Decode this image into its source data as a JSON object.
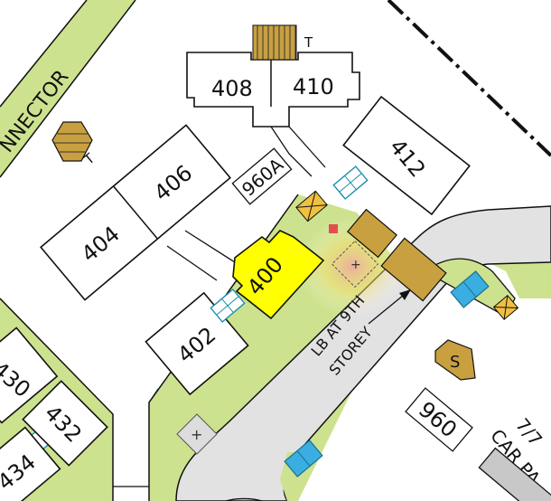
{
  "map": {
    "road_label": "NNECTOR",
    "tree_markers": [
      "T",
      "T"
    ],
    "blocks": [
      "408",
      "410",
      "412",
      "406",
      "404",
      "400",
      "402",
      "430",
      "432",
      "434"
    ],
    "highlighted_block": "400",
    "address_labels": [
      "960A",
      "960"
    ],
    "lift_note": [
      "LB AT 9TH",
      "STOREY"
    ],
    "substation_label": "S",
    "car_park_label": [
      "7/7 ",
      "CAR PA"
    ],
    "colors": {
      "highlight": "#ffff00",
      "green_area": "#cde28e",
      "road": "#e0e0e0",
      "structure": "#c9a040",
      "lift": "#3aaee0"
    }
  }
}
